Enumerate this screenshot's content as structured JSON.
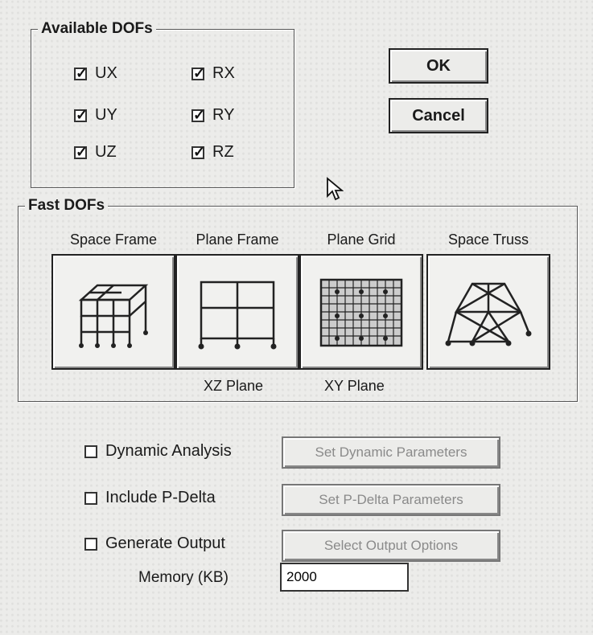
{
  "available_dofs": {
    "title": "Available DOFs",
    "items": [
      {
        "label": "UX",
        "checked": true
      },
      {
        "label": "RX",
        "checked": true
      },
      {
        "label": "UY",
        "checked": true
      },
      {
        "label": "RY",
        "checked": true
      },
      {
        "label": "UZ",
        "checked": true
      },
      {
        "label": "RZ",
        "checked": true
      }
    ]
  },
  "buttons": {
    "ok": "OK",
    "cancel": "Cancel"
  },
  "fast_dofs": {
    "title": "Fast DOFs",
    "tiles": [
      {
        "label": "Space Frame",
        "icon": "space-frame-icon"
      },
      {
        "label": "Plane Frame",
        "icon": "plane-frame-icon"
      },
      {
        "label": "Plane Grid",
        "icon": "plane-grid-icon"
      },
      {
        "label": "Space Truss",
        "icon": "space-truss-icon"
      }
    ],
    "plane_labels": [
      "XZ Plane",
      "XY Plane"
    ]
  },
  "options": [
    {
      "label": "Dynamic Analysis",
      "checked": false,
      "button": "Set Dynamic Parameters"
    },
    {
      "label": "Include P-Delta",
      "checked": false,
      "button": "Set P-Delta Parameters"
    },
    {
      "label": "Generate Output",
      "checked": false,
      "button": "Select Output Options"
    }
  ],
  "memory": {
    "label": "Memory (KB)",
    "value": "2000"
  }
}
